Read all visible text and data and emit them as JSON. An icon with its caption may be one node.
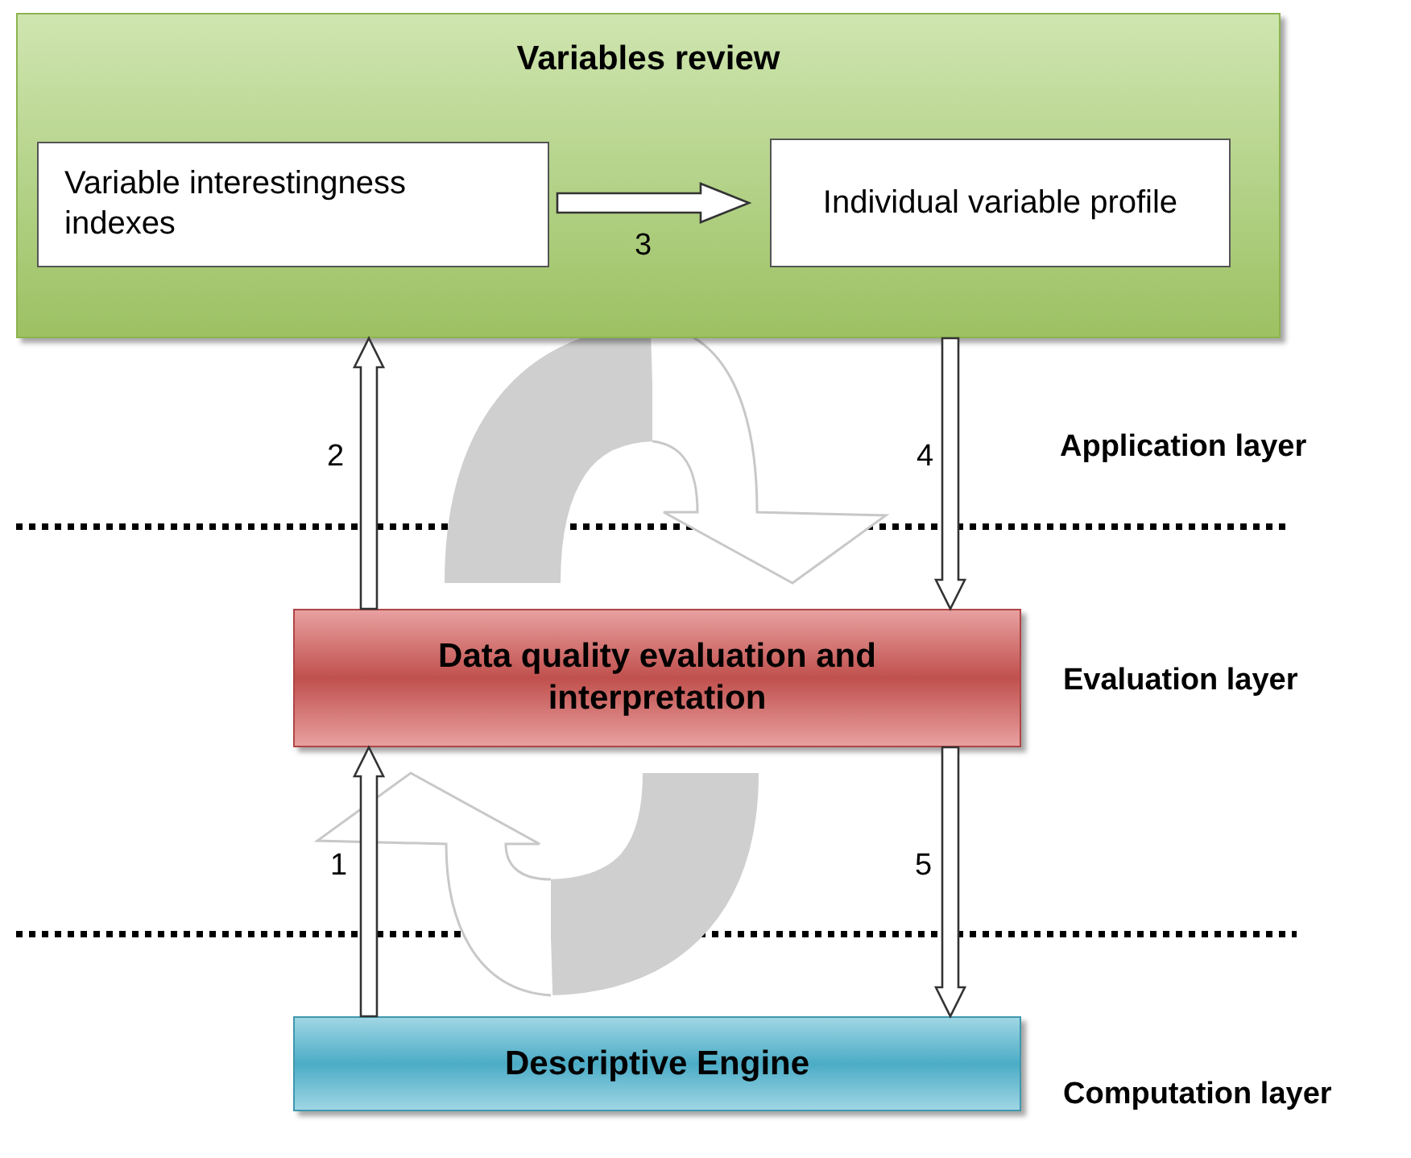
{
  "diagram": {
    "nodes": [
      {
        "text": [
          "Variables review"
        ]
      },
      {
        "text": [
          "Variable interestingness indexes"
        ],
        "in": 0
      },
      {
        "text": [
          "Individual variable profile"
        ],
        "in": 0
      },
      {
        "text": [
          "Data quality evaluation and interpretation"
        ]
      },
      {
        "text": [
          "Descriptive Engine"
        ]
      }
    ],
    "edges": [
      {
        "from": 1,
        "to": 2,
        "arrow": "to",
        "label": "3"
      },
      {
        "from": 3,
        "to": 0,
        "arrow": "to",
        "label": "2"
      },
      {
        "from": 0,
        "to": 3,
        "arrow": "to",
        "label": "4"
      },
      {
        "from": 4,
        "to": 3,
        "arrow": "to",
        "label": "1"
      },
      {
        "from": 3,
        "to": 4,
        "arrow": "to",
        "label": "5"
      }
    ],
    "labels": [
      "Application layer",
      "Evaluation layer",
      "Computation layer"
    ]
  }
}
